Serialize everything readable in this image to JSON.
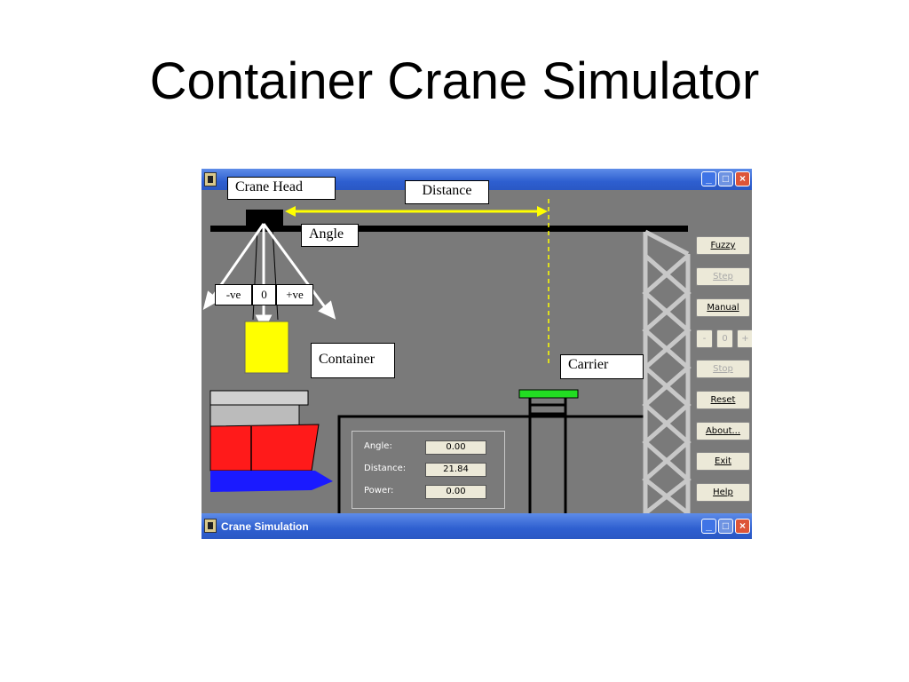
{
  "slide": {
    "title": "Container Crane Simulator"
  },
  "window": {
    "title": "Crane Simulation"
  },
  "labels": {
    "crane_head": "Crane Head",
    "distance": "Distance",
    "angle": "Angle",
    "container": "Container",
    "carrier": "Carrier"
  },
  "power_control": {
    "negative": "-ve",
    "zero": "0",
    "positive": "+ve"
  },
  "buttons": {
    "fuzzy": "Fuzzy",
    "step": "Step",
    "manual": "Manual",
    "minus": "-",
    "zero": "0",
    "plus": "+",
    "stop": "Stop",
    "reset": "Reset",
    "about": "About...",
    "exit": "Exit",
    "help": "Help"
  },
  "readout": {
    "angle_label": "Angle:",
    "angle_value": "0.00",
    "distance_label": "Distance:",
    "distance_value": "21.84",
    "power_label": "Power:",
    "power_value": "0.00"
  },
  "colors": {
    "background": "#7a7a7a",
    "container": "#ffff00",
    "carrier": "#22dd22",
    "ship_hull": "#ff1a1a",
    "water": "#1a1aff",
    "distance_arrow": "#ffff00"
  },
  "icons": {
    "app": "crane-app-icon",
    "minimize": "minimize-icon",
    "maximize": "maximize-icon",
    "close": "close-icon"
  }
}
